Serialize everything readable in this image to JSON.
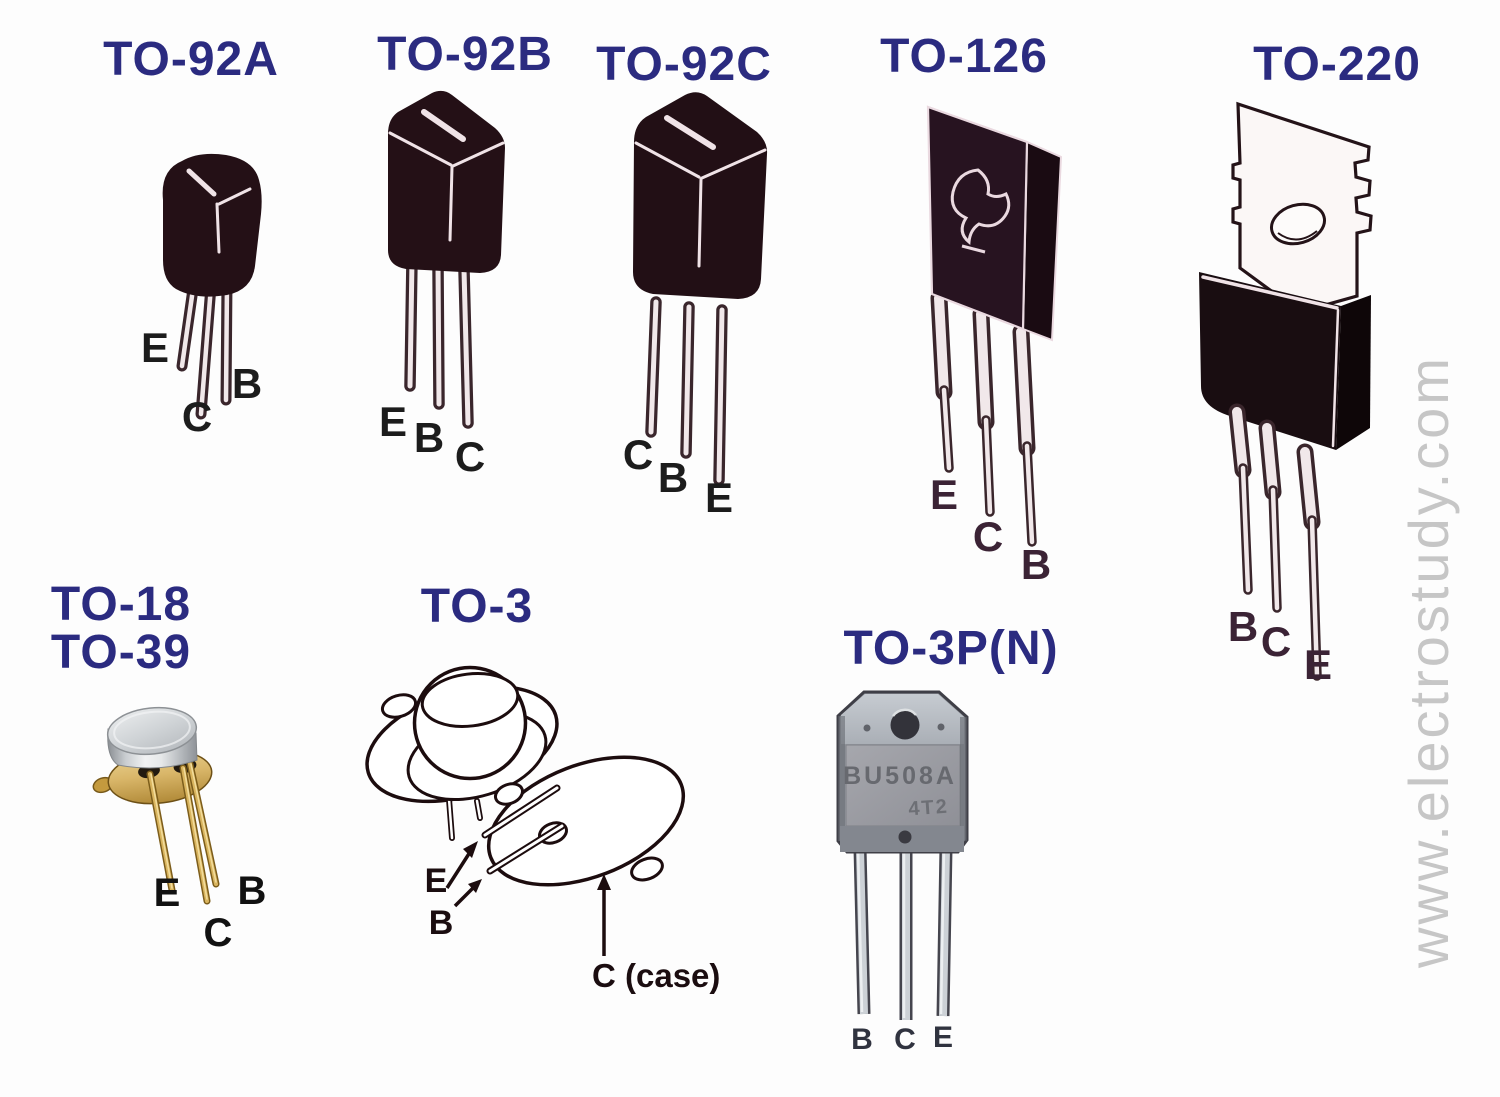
{
  "watermark": {
    "text": "www.electrostudy.com",
    "color": "#bfbfbf"
  },
  "colors": {
    "title_navy": "#2b2b80",
    "line_dark": "#1c0c0e"
  },
  "packages": [
    {
      "name": "TO-92A",
      "label_color": "#1c1c1c",
      "pins": [
        "E",
        "C",
        "B"
      ]
    },
    {
      "name": "TO-92B",
      "label_color": "#1c1c1c",
      "pins": [
        "E",
        "B",
        "C"
      ]
    },
    {
      "name": "TO-92C",
      "label_color": "#1c1c1c",
      "pins": [
        "C",
        "B",
        "E"
      ]
    },
    {
      "name": "TO-126",
      "label_color": "#3b2335",
      "pins": [
        "E",
        "C",
        "B"
      ]
    },
    {
      "name": "TO-220",
      "label_color": "#3b2335",
      "pins": [
        "B",
        "C",
        "E"
      ]
    },
    {
      "name": "TO-18",
      "name2": "TO-39",
      "label_color": "#111111",
      "pins": [
        "E",
        "B",
        "C"
      ]
    },
    {
      "name": "TO-3",
      "label_color": "#1b0d10",
      "pins": [
        "E",
        "B"
      ],
      "case_label": "C (case)"
    },
    {
      "name": "TO-3P(N)",
      "label_color": "#30333f",
      "pins": [
        "B",
        "C",
        "E"
      ],
      "marking_line1": "BU508A",
      "marking_line2": "4T2"
    }
  ]
}
